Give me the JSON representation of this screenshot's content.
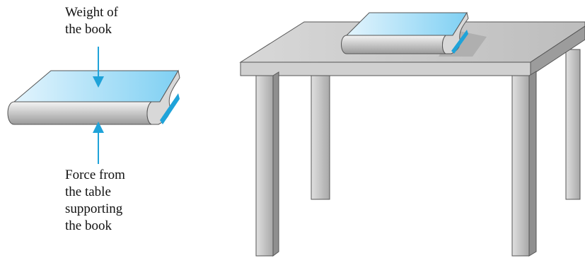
{
  "labels": {
    "weight_lines": [
      "Weight of",
      "the book"
    ],
    "force_lines": [
      "Force from",
      "the table",
      "supporting",
      "the book"
    ]
  },
  "colors": {
    "arrow": "#1fa3d9",
    "book_cover_light": "#e3f4fd",
    "book_cover_dark": "#7fd0f3",
    "book_spine_accent": "#1fa3d9",
    "table_top": "#c9c9c9",
    "table_edge": "#a9a9a9",
    "table_leg": "#bdbdbd",
    "table_leg_shadow": "#8f8f8f",
    "outline": "#555555"
  }
}
